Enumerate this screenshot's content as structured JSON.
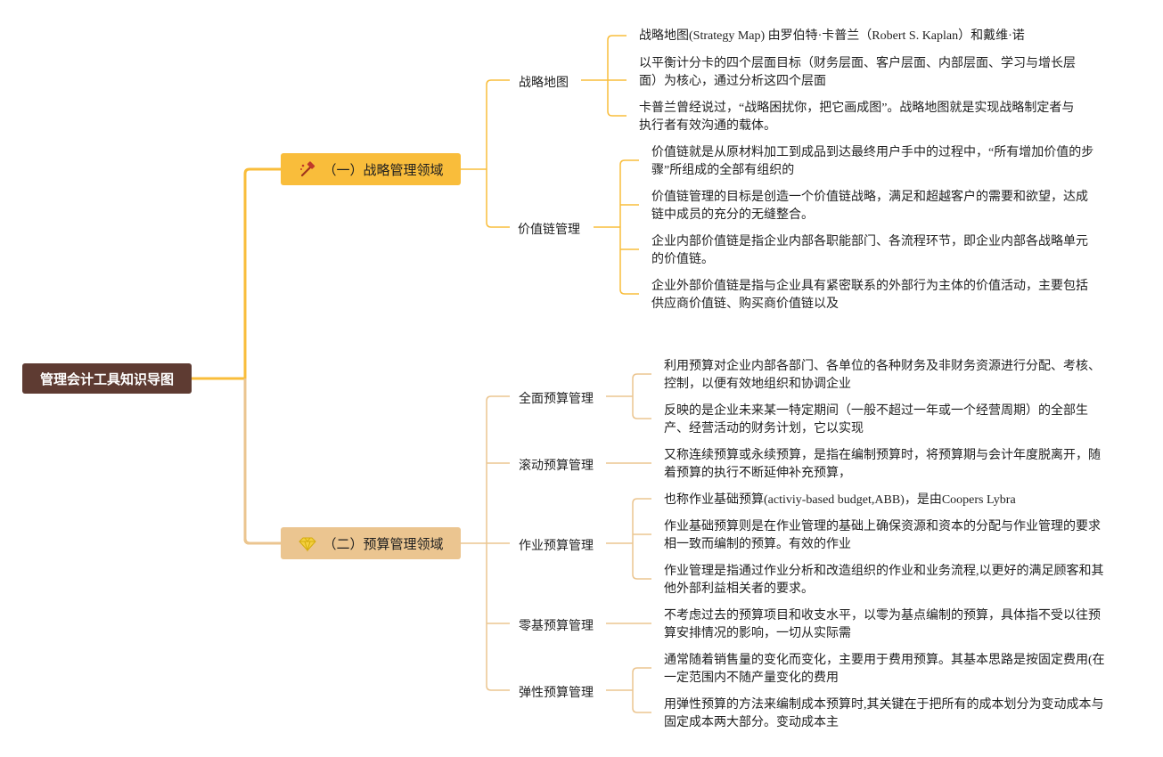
{
  "root": "管理会计工具知识导图",
  "colors": {
    "root": "#5e3b32",
    "branch1": "#f9bd3b",
    "branch2": "#ebc590",
    "line1": "#f9bd3b",
    "line2": "#ebc590"
  },
  "branches": [
    {
      "label": "（一）战略管理领域",
      "icon": "hammer-icon",
      "children": [
        {
          "label": "战略地图",
          "leaves": [
            "战略地图(Strategy Map) 由罗伯特·卡普兰（Robert S. Kaplan）和戴维·诺",
            "以平衡计分卡的四个层面目标（财务层面、客户层面、内部层面、学习与增长层面）为核心，通过分析这四个层面",
            "卡普兰曾经说过，“战略困扰你，把它画成图”。战略地图就是实现战略制定者与执行者有效沟通的载体。"
          ]
        },
        {
          "label": "价值链管理",
          "leaves": [
            "价值链就是从原材料加工到成品到达最终用户手中的过程中，“所有增加价值的步骤”所组成的全部有组织的",
            "价值链管理的目标是创造一个价值链战略，满足和超越客户的需要和欲望，达成链中成员的充分的无缝整合。",
            "企业内部价值链是指企业内部各职能部门、各流程环节，即企业内部各战略单元的价值链。",
            "企业外部价值链是指与企业具有紧密联系的外部行为主体的价值活动，主要包括供应商价值链、购买商价值链以及"
          ]
        }
      ]
    },
    {
      "label": "（二）预算管理领域",
      "icon": "diamond-icon",
      "children": [
        {
          "label": "全面预算管理",
          "leaves": [
            "利用预算对企业内部各部门、各单位的各种财务及非财务资源进行分配、考核、控制，以便有效地组织和协调企业",
            "反映的是企业未来某一特定期间（一般不超过一年或一个经营周期）的全部生产、经营活动的财务计划，它以实现"
          ]
        },
        {
          "label": "滚动预算管理",
          "leaves": [
            "又称连续预算或永续预算，是指在编制预算时，将预算期与会计年度脱离开，随着预算的执行不断延伸补充预算，"
          ]
        },
        {
          "label": "作业预算管理",
          "leaves": [
            "也称作业基础预算(activiy-based budget,ABB)，是由Coopers Lybra",
            "作业基础预算则是在作业管理的基础上确保资源和资本的分配与作业管理的要求相一致而编制的预算。有效的作业",
            "作业管理是指通过作业分析和改造组织的作业和业务流程,以更好的满足顾客和其他外部利益相关者的要求。"
          ]
        },
        {
          "label": "零基预算管理",
          "leaves": [
            "不考虑过去的预算项目和收支水平，以零为基点编制的预算，具体指不受以往预算安排情况的影响，一切从实际需"
          ]
        },
        {
          "label": "弹性预算管理",
          "leaves": [
            "通常随着销售量的变化而变化，主要用于费用预算。其基本思路是按固定费用(在一定范围内不随产量变化的费用",
            "用弹性预算的方法来编制成本预算时,其关键在于把所有的成本划分为变动成本与固定成本两大部分。变动成本主"
          ]
        }
      ]
    }
  ]
}
